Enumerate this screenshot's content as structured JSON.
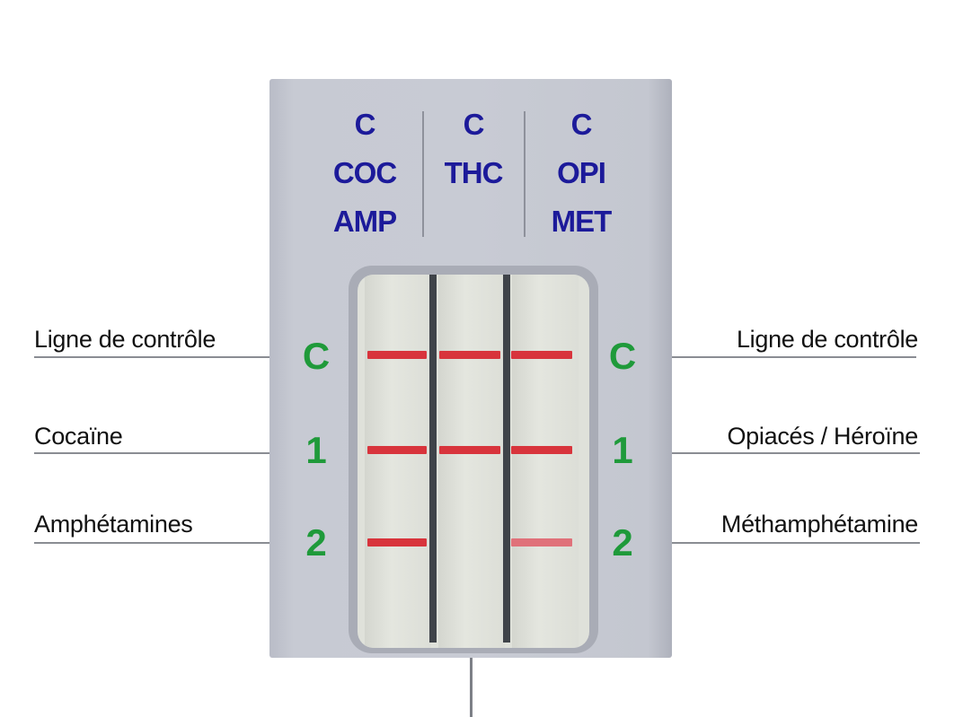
{
  "header": {
    "columns": [
      {
        "lines": [
          "C",
          "COC",
          "AMP"
        ]
      },
      {
        "lines": [
          "C",
          "THC"
        ]
      },
      {
        "lines": [
          "C",
          "OPI",
          "MET"
        ]
      }
    ]
  },
  "markers": {
    "left": [
      "C",
      "1",
      "2"
    ],
    "right": [
      "C",
      "1",
      "2"
    ]
  },
  "labels": {
    "left": [
      "Ligne de contrôle",
      "Cocaïne",
      "Amphétamines"
    ],
    "right": [
      "Ligne de contrôle",
      "Opiacés / Héroïne",
      "Méthamphétamine"
    ]
  },
  "colors": {
    "header_text": "#1c1a9a",
    "marker_text": "#1f9a3a",
    "result_band": "#d8343c",
    "cassette": "#c8cbd4"
  },
  "result_bands": {
    "strip_1": {
      "C": "strong",
      "1": "strong",
      "2": "strong"
    },
    "strip_2": {
      "C": "strong",
      "1": "strong",
      "2": "none"
    },
    "strip_3": {
      "C": "strong",
      "1": "strong",
      "2": "faint"
    }
  }
}
